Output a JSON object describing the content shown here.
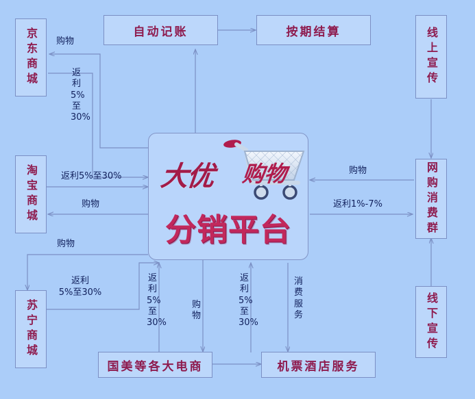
{
  "diagram": {
    "title": "大优购物分销平台业务流程图",
    "background_color": "#abcdf9",
    "node_fill": "#bcd7fb",
    "node_border": "#7b8fc4",
    "node_text_color": "#8e1b4e",
    "label_text_color": "#11205c",
    "wire_color": "#7b8fc4"
  },
  "center": {
    "brand_left": "大优",
    "brand_right": "购物",
    "subtitle": "分销平台",
    "icon": "shopping-cart-icon"
  },
  "nodes": {
    "jingdong": "京东商城",
    "taobao": "淘宝商城",
    "suning": "苏宁商城",
    "auto_account": "自动记账",
    "periodic_settle": "按期结算",
    "online_promo": "线上宣传",
    "offline_promo": "线下宣传",
    "consumers": "网购消费群",
    "gome": "国美等各大电商",
    "travel": "机票酒店服务"
  },
  "labels": {
    "jd_shop": "购物",
    "jd_rebate": "返利\n5%\n至\n30%",
    "jd_rebate_lines": [
      "返",
      "利",
      "5%",
      "至",
      "30%"
    ],
    "tb_rebate": "返利5%至30%",
    "tb_shop": "购物",
    "sn_shop": "购物",
    "sn_rebate_l1": "返利",
    "sn_rebate_l2": "5%至30%",
    "gome_rebate_lines": [
      "返",
      "利",
      "5%",
      "至",
      "30%"
    ],
    "gome_shop_lines": [
      "购",
      "物"
    ],
    "travel_rebate_lines": [
      "返",
      "利",
      "5%",
      "至",
      "30%"
    ],
    "travel_service_lines": [
      "消",
      "费",
      "服",
      "务"
    ],
    "consumer_shop": "购物",
    "consumer_rebate": "返利1%-7%"
  }
}
